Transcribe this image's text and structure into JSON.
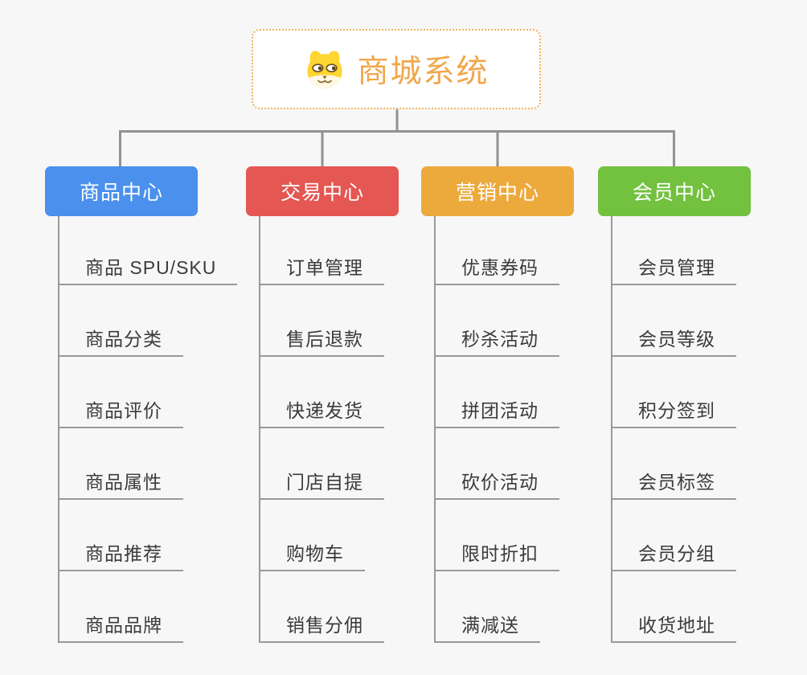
{
  "root": {
    "title": "商城系统",
    "icon": "doge-icon"
  },
  "branches": [
    {
      "label": "商品中心",
      "color": "#4A90EC",
      "items": [
        "商品 SPU/SKU",
        "商品分类",
        "商品评价",
        "商品属性",
        "商品推荐",
        "商品品牌"
      ]
    },
    {
      "label": "交易中心",
      "color": "#E45752",
      "items": [
        "订单管理",
        "售后退款",
        "快递发货",
        "门店自提",
        "购物车",
        "销售分佣"
      ]
    },
    {
      "label": "营销中心",
      "color": "#ECA93C",
      "items": [
        "优惠券码",
        "秒杀活动",
        "拼团活动",
        "砍价活动",
        "限时折扣",
        "满减送"
      ]
    },
    {
      "label": "会员中心",
      "color": "#72C13F",
      "items": [
        "会员管理",
        "会员等级",
        "积分签到",
        "会员标签",
        "会员分组",
        "收货地址"
      ]
    }
  ],
  "colors": {
    "background": "#F7F7F7",
    "connector": "#929292",
    "line": "#999999",
    "root_text": "#F0A74C",
    "root_border": "#F2B05C",
    "item_text": "#3B3B3B",
    "header_text": "#FFFFFF"
  }
}
